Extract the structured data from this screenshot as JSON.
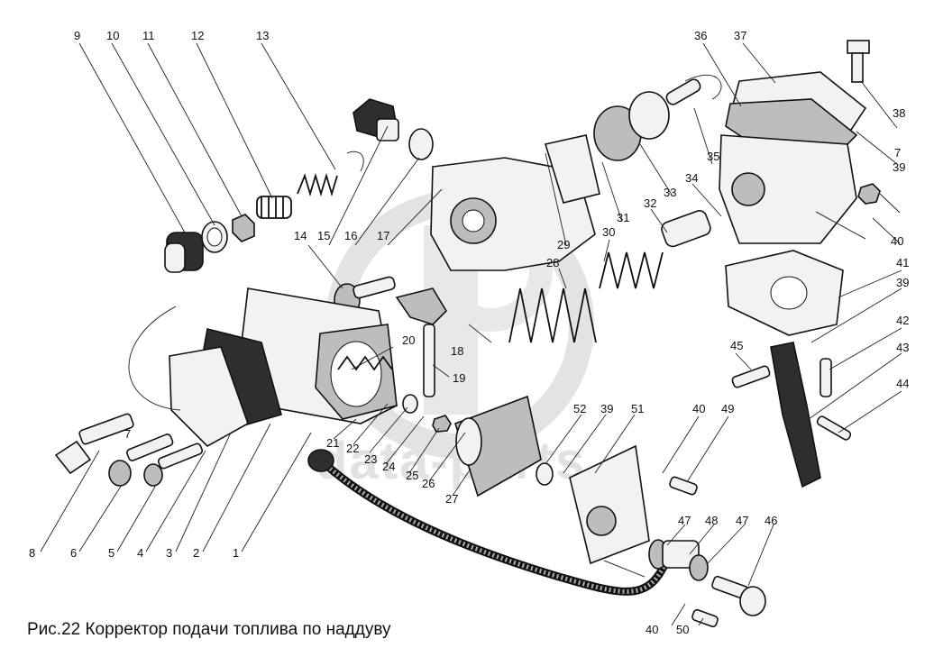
{
  "caption": "Рис.22 Корректор подачи топлива по наддуву",
  "watermark": "data-parts",
  "callouts": [
    "9",
    "10",
    "11",
    "12",
    "13",
    "36",
    "37",
    "38",
    "7",
    "39",
    "40",
    "14",
    "15",
    "16",
    "17",
    "29",
    "30",
    "31",
    "32",
    "33",
    "34",
    "35",
    "28",
    "41",
    "39",
    "42",
    "43",
    "44",
    "45",
    "20",
    "18",
    "19",
    "21",
    "22",
    "23",
    "24",
    "25",
    "26",
    "27",
    "52",
    "39",
    "51",
    "40",
    "49",
    "7",
    "8",
    "6",
    "5",
    "4",
    "3",
    "2",
    "1",
    "47",
    "48",
    "47",
    "46",
    "40",
    "50"
  ],
  "colors": {
    "ink": "#111111",
    "watermark": "#d9d9d9",
    "background": "#ffffff"
  }
}
